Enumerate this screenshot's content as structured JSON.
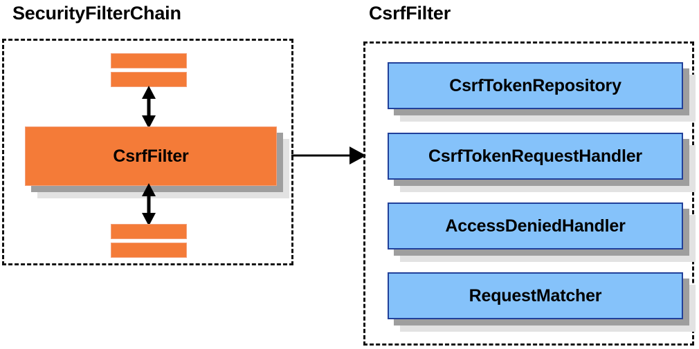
{
  "diagram": {
    "background_color": "#ffffff",
    "panels": [
      {
        "id": "security-filter-chain",
        "title": "SecurityFilterChain",
        "border_style": "dashed",
        "border_color": "#111111"
      },
      {
        "id": "csrf-filter",
        "title": "CsrfFilter",
        "border_style": "dashed",
        "border_color": "#111111"
      }
    ],
    "colors": {
      "orange_fill": "#F47B38",
      "orange_border": "#F3A07A",
      "blue_fill": "#85C2FA",
      "blue_border": "#21409A",
      "shadow_near": "#9E9E9E",
      "shadow_far": "#E2E2E2",
      "text": "#000000",
      "arrow": "#000000"
    }
  },
  "left_panel": {
    "title": "SecurityFilterChain",
    "highlighted_filter": {
      "label": "CsrfFilter",
      "fill": "#F47B38"
    },
    "filters_above": [
      {
        "label": ""
      },
      {
        "label": ""
      }
    ],
    "filters_below": [
      {
        "label": ""
      },
      {
        "label": ""
      }
    ],
    "connector_above": "double-headed-vertical-arrow",
    "connector_below": "double-headed-vertical-arrow"
  },
  "right_panel": {
    "title": "CsrfFilter",
    "collaborators": [
      {
        "label": "CsrfTokenRepository"
      },
      {
        "label": "CsrfTokenRequestHandler"
      },
      {
        "label": "AccessDeniedHandler"
      },
      {
        "label": "RequestMatcher"
      }
    ]
  },
  "connector": {
    "type": "arrow-right",
    "from": "SecurityFilterChain",
    "to": "CsrfFilter",
    "label": ""
  }
}
